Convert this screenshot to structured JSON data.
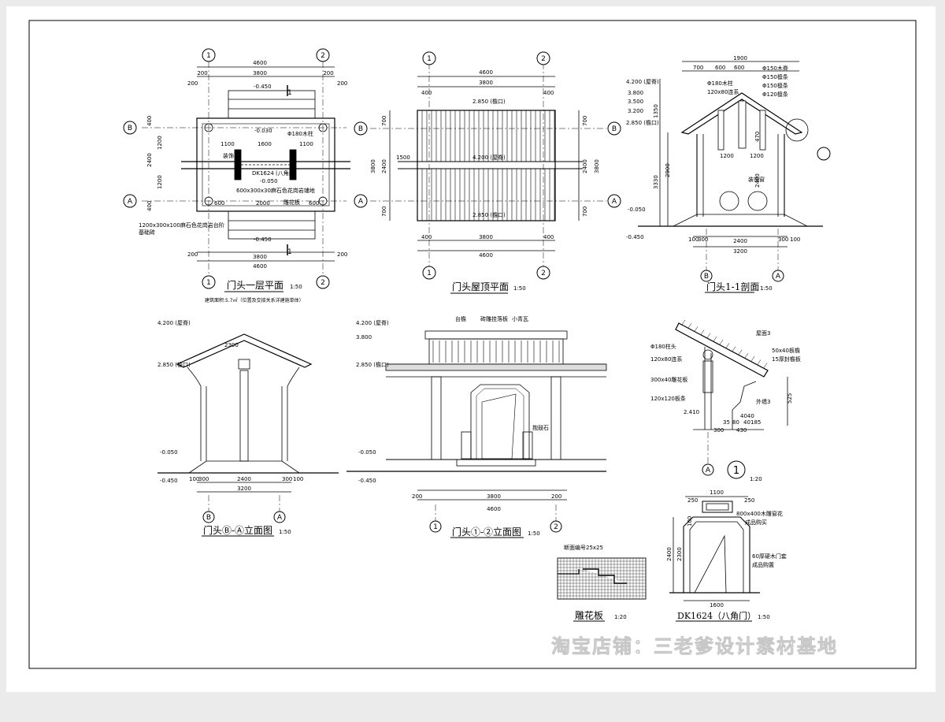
{
  "views": {
    "plan_title": "门头一层平面",
    "plan_scale": "1:50",
    "plan_note": "建筑面积:5.7㎡（位置及交接关系详建施单体）",
    "roof_title": "门头屋顶平面",
    "roof_scale": "1:50",
    "section_title": "门头1-1剖面",
    "section_scale": "1:50",
    "side_elev_title": "门头Ⓑ-Ⓐ立面图",
    "side_elev_scale": "1:50",
    "front_elev_title": "门头①-②立面图",
    "front_elev_scale": "1:50",
    "carve_title": "雕花板",
    "carve_scale": "1:20",
    "door_title": "DK1624（八角门）",
    "door_scale": "1:50",
    "detail_num": "1",
    "detail_scale": "1:20"
  },
  "axes": {
    "ax1": "1",
    "ax2": "2",
    "axA": "A",
    "axB": "B"
  },
  "dims": {
    "d4600": "4600",
    "d3800": "3800",
    "d200": "200",
    "d400": "400",
    "d700": "700",
    "d2400": "2400",
    "d1200": "1200",
    "d300": "300",
    "d1100": "1100",
    "d1600": "1600",
    "d2000": "2000",
    "d3200": "3200",
    "d1900": "1900",
    "d600": "600",
    "d2900": "2900",
    "d3330": "3330",
    "d1350": "1350",
    "d470": "470",
    "d430": "430",
    "d250": "250",
    "d2300": "2300",
    "d100": "100",
    "d3800v": "3800",
    "d2400v": "2400",
    "d600_300": "600x300",
    "d525": "525",
    "d4040": "4040",
    "d35": "35",
    "d80": "80",
    "d40": "40",
    "d185": "185",
    "d1500": "1500"
  },
  "levels": {
    "l4200a": "4.200 (屋脊)",
    "l3800": "3.800",
    "l3500": "3.500",
    "l3200": "3.200",
    "l2850": "2.850 (檐口)",
    "lm0050": "-0.050",
    "lm0450": "-0.450",
    "l0030": "-0.030",
    "l2410": "2.410",
    "l4200b": "4.200 (屋脊)",
    "l3800b": "3.800",
    "l2850b": "2.850 (檐口)",
    "l4200c": "4.200 (屋脊)",
    "l2850c": "2.850 (檐口)"
  },
  "notes": {
    "n_column": "Φ180木柱",
    "n_window": "装饰窗",
    "n_door": "DK1624 (八角门)",
    "n_path": "600x300x30麻石色花岗岩铺地",
    "n_step": "1200x300x100麻石色花岗岩台阶",
    "n_base": "基础砖",
    "n_plate": "雕花板",
    "n_stone": "抱鼓石",
    "n_ridge": "Φ150木脊",
    "n_purlin1": "Φ150檩条",
    "n_purlin2": "Φ150檩条",
    "n_purlin3": "Φ120檩条",
    "n_beam": "120x80连系",
    "n_col2": "Φ180木柱",
    "n_tile": "青瓦",
    "n_top": "台檐",
    "n_woodtile": "砖雕挂落板",
    "n_smalltile": "小青瓦",
    "n_d1": "屋面3",
    "n_d2": "50x40板檐",
    "n_d3": "15厚封檐板",
    "n_d4": "Φ180柱头",
    "n_d5": "120x80连系",
    "n_d6": "300x40雕花板",
    "n_d7": "120x120板条",
    "n_d8": "外墙3",
    "n_door1": "800x400木雕窗花",
    "n_door2": "成品购买",
    "n_door3": "60厚硬木门套",
    "n_door4": "成品购置",
    "n_carve": "断面编号25x25",
    "n_r1": "2.850 (檐口)",
    "n_r2": "4.200 (屋脊)",
    "n_r3": "2.850 (檐口)",
    "n_section_mark": "1"
  },
  "watermark": "淘宝店铺：三老爹设计素材基地"
}
